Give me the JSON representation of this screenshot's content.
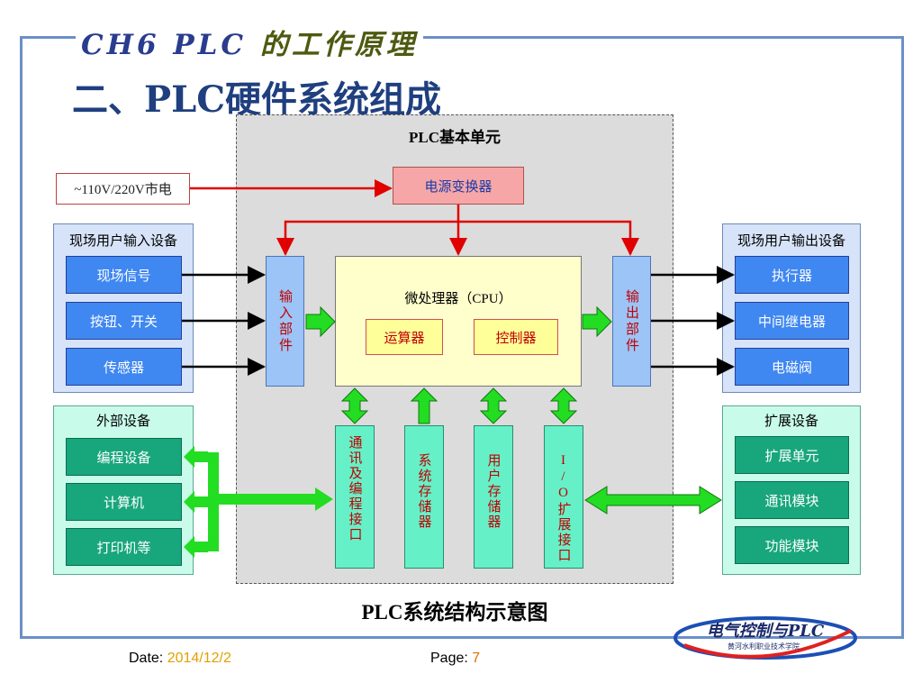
{
  "header": {
    "chapter": "CH6 PLC",
    "chapter_sub": "的工作原理"
  },
  "main_title": "二、PLC硬件系统组成",
  "plc_area": {
    "title": "PLC基本单元"
  },
  "power": {
    "source": "~110V/220V市电",
    "converter": "电源变换器"
  },
  "input_group": {
    "title": "现场用户输入设备",
    "items": [
      "现场信号",
      "按钮、开关",
      "传感器"
    ]
  },
  "output_group": {
    "title": "现场用户输出设备",
    "items": [
      "执行器",
      "中间继电器",
      "电磁阀"
    ]
  },
  "external_group": {
    "title": "外部设备",
    "items": [
      "编程设备",
      "计算机",
      "打印机等"
    ]
  },
  "expansion_group": {
    "title": "扩展设备",
    "items": [
      "扩展单元",
      "通讯模块",
      "功能模块"
    ]
  },
  "input_unit": "输入部件",
  "output_unit": "输出部件",
  "cpu": {
    "title": "微处理器（CPU）",
    "alu": "运算器",
    "controller": "控制器"
  },
  "modules": [
    "通讯及编程接口",
    "系统存储器",
    "用户存储器",
    "I/O扩展接口"
  ],
  "caption": "PLC系统结构示意图",
  "logo": {
    "title": "电气控制与PLC",
    "subtitle": "黄河水利职业技术学院"
  },
  "footer": {
    "date_label": "Date:",
    "date_value": "2014/12/2",
    "page_label": "Page:",
    "page_value": "7"
  },
  "colors": {
    "frame": "#6b8fc9",
    "input_blue": "#3f87f1",
    "ext_green": "#18a67c",
    "arrow_red": "#e00000",
    "arrow_green": "#22dd22"
  }
}
